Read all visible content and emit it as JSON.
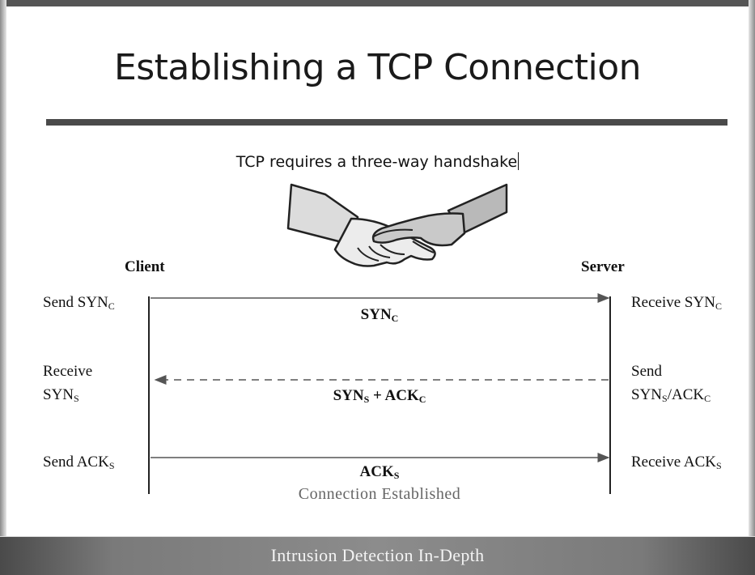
{
  "slide": {
    "title": "Establishing a TCP Connection",
    "subtitle": "TCP requires a three-way handshake",
    "footer": "Intrusion Detection In-Depth"
  },
  "diagram": {
    "client_label": "Client",
    "server_label": "Server",
    "steps": [
      {
        "client_text": "Send SYN",
        "client_sub": "C",
        "server_text": "Receive SYN",
        "server_sub": "C",
        "message_text": "SYN",
        "message_sub": "C",
        "direction": "client-to-server",
        "line_style": "solid"
      },
      {
        "client_text_line1": "Receive",
        "client_text": "SYN",
        "client_sub": "S",
        "server_text_line1": "Send",
        "server_text": "SYN",
        "server_sub": "S",
        "server_text_after": "/ACK",
        "server_sub_after": "C",
        "message_text": "SYN",
        "message_sub": "S",
        "message_text_after": " + ACK",
        "message_sub_after": "C",
        "direction": "server-to-client",
        "line_style": "dashed"
      },
      {
        "client_text": "Send ACK",
        "client_sub": "S",
        "server_text": "Receive ACK",
        "server_sub": "S",
        "message_text": "ACK",
        "message_sub": "S",
        "direction": "client-to-server",
        "line_style": "solid"
      }
    ],
    "connection_note": "Connection Established"
  },
  "icons": {
    "handshake": "handshake-icon"
  }
}
